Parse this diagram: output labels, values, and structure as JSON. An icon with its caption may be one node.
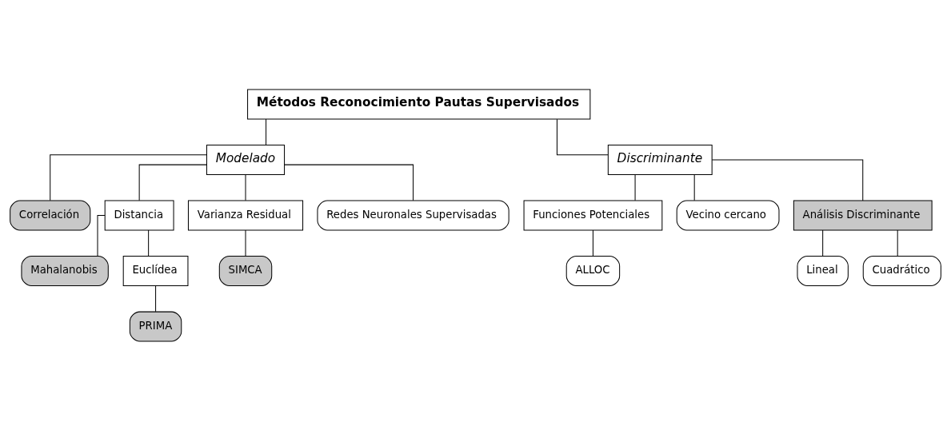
{
  "diagram": {
    "nodes": [
      {
        "text": [
          "Métodos Reconocimiento Pautas Supervisados"
        ]
      },
      {
        "text": [
          "Modelado"
        ]
      },
      {
        "text": [
          "Discriminante"
        ]
      },
      {
        "text": [
          "Correlación"
        ]
      },
      {
        "text": [
          "Distancia"
        ]
      },
      {
        "text": [
          "Varianza Residual"
        ]
      },
      {
        "text": [
          "Redes Neuronales Supervisadas"
        ]
      },
      {
        "text": [
          "Funciones Potenciales"
        ]
      },
      {
        "text": [
          "Vecino cercano"
        ]
      },
      {
        "text": [
          "Análisis Discriminante"
        ]
      },
      {
        "text": [
          "Mahalanobis"
        ]
      },
      {
        "text": [
          "Euclídea"
        ]
      },
      {
        "text": [
          "SIMCA"
        ]
      },
      {
        "text": [
          "ALLOC"
        ]
      },
      {
        "text": [
          "Lineal"
        ]
      },
      {
        "text": [
          "Cuadrático"
        ]
      },
      {
        "text": [
          "PRIMA"
        ]
      }
    ],
    "edges": [
      {
        "from": 0,
        "to": 1,
        "arrow": "none"
      },
      {
        "from": 0,
        "to": 2,
        "arrow": "none"
      },
      {
        "from": 1,
        "to": 3,
        "arrow": "none"
      },
      {
        "from": 1,
        "to": 4,
        "arrow": "none"
      },
      {
        "from": 1,
        "to": 5,
        "arrow": "none"
      },
      {
        "from": 1,
        "to": 6,
        "arrow": "none"
      },
      {
        "from": 2,
        "to": 7,
        "arrow": "none"
      },
      {
        "from": 2,
        "to": 8,
        "arrow": "none"
      },
      {
        "from": 2,
        "to": 9,
        "arrow": "none"
      },
      {
        "from": 4,
        "to": 10,
        "arrow": "none"
      },
      {
        "from": 4,
        "to": 11,
        "arrow": "none"
      },
      {
        "from": 5,
        "to": 12,
        "arrow": "none"
      },
      {
        "from": 7,
        "to": 13,
        "arrow": "none"
      },
      {
        "from": 9,
        "to": 14,
        "arrow": "none"
      },
      {
        "from": 9,
        "to": 15,
        "arrow": "none"
      },
      {
        "from": 11,
        "to": 16,
        "arrow": "none"
      }
    ]
  }
}
